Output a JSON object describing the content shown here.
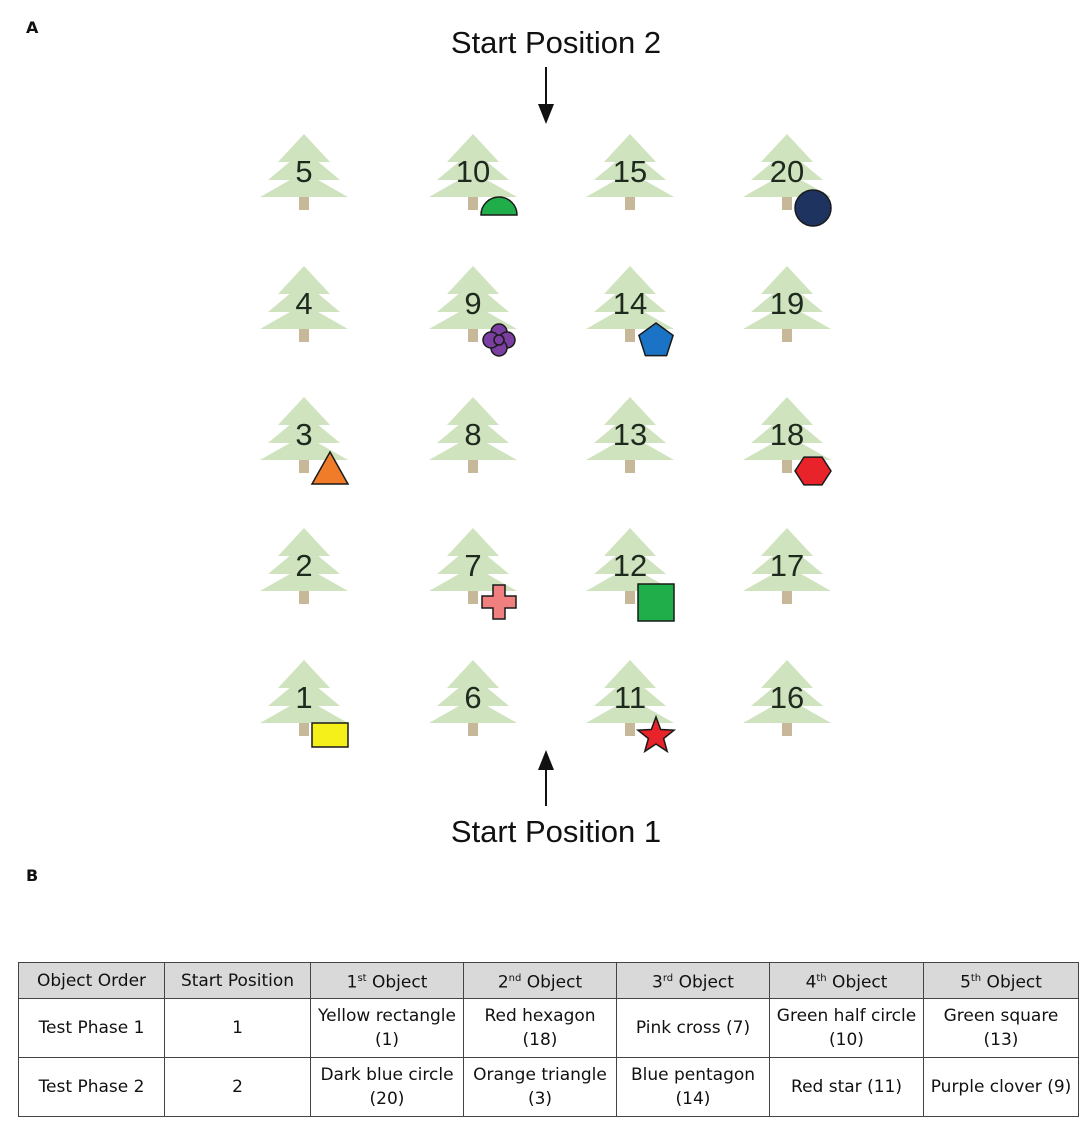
{
  "panels": {
    "a": "A",
    "b": "B"
  },
  "start_positions": {
    "top": "Start Position 2",
    "bottom": "Start Position 1"
  },
  "trees": [
    {
      "num": "1",
      "col": 0,
      "row": 4
    },
    {
      "num": "2",
      "col": 0,
      "row": 3
    },
    {
      "num": "3",
      "col": 0,
      "row": 2
    },
    {
      "num": "4",
      "col": 0,
      "row": 1
    },
    {
      "num": "5",
      "col": 0,
      "row": 0
    },
    {
      "num": "6",
      "col": 1,
      "row": 4
    },
    {
      "num": "7",
      "col": 1,
      "row": 3
    },
    {
      "num": "8",
      "col": 1,
      "row": 2
    },
    {
      "num": "9",
      "col": 1,
      "row": 1
    },
    {
      "num": "10",
      "col": 1,
      "row": 0
    },
    {
      "num": "11",
      "col": 2,
      "row": 4
    },
    {
      "num": "12",
      "col": 2,
      "row": 3
    },
    {
      "num": "13",
      "col": 2,
      "row": 2
    },
    {
      "num": "14",
      "col": 2,
      "row": 1
    },
    {
      "num": "15",
      "col": 2,
      "row": 0
    },
    {
      "num": "16",
      "col": 3,
      "row": 4
    },
    {
      "num": "17",
      "col": 3,
      "row": 3
    },
    {
      "num": "18",
      "col": 3,
      "row": 2
    },
    {
      "num": "19",
      "col": 3,
      "row": 1
    },
    {
      "num": "20",
      "col": 3,
      "row": 0
    }
  ],
  "objects": [
    {
      "tree": "1",
      "shape": "rectangle",
      "color": "#f5ef1a"
    },
    {
      "tree": "3",
      "shape": "triangle",
      "color": "#f07c2a"
    },
    {
      "tree": "7",
      "shape": "cross",
      "color": "#f08080"
    },
    {
      "tree": "9",
      "shape": "clover",
      "color": "#7a3fa0"
    },
    {
      "tree": "10",
      "shape": "half-circle",
      "color": "#1fae4a"
    },
    {
      "tree": "11",
      "shape": "star",
      "color": "#e8232a"
    },
    {
      "tree": "12",
      "shape": "square",
      "color": "#1fae4a"
    },
    {
      "tree": "14",
      "shape": "pentagon",
      "color": "#1a73c4"
    },
    {
      "tree": "18",
      "shape": "hexagon",
      "color": "#e8232a"
    },
    {
      "tree": "20",
      "shape": "circle",
      "color": "#1e3360"
    }
  ],
  "colors": {
    "tree_foliage": "#cfe3be",
    "tree_trunk": "#c8b89a"
  },
  "table": {
    "headers": [
      {
        "pre": "Object Order",
        "sup": "",
        "post": ""
      },
      {
        "pre": "Start Position",
        "sup": "",
        "post": ""
      },
      {
        "pre": "1",
        "sup": "st",
        "post": " Object"
      },
      {
        "pre": "2",
        "sup": "nd",
        "post": " Object"
      },
      {
        "pre": "3",
        "sup": "rd",
        "post": " Object"
      },
      {
        "pre": "4",
        "sup": "th",
        "post": " Object"
      },
      {
        "pre": "5",
        "sup": "th",
        "post": " Object"
      }
    ],
    "rows": [
      [
        "Test Phase 1",
        "1",
        "Yellow rectangle (1)",
        "Red hexagon (18)",
        "Pink cross (7)",
        "Green half circle (10)",
        "Green square (13)"
      ],
      [
        "Test Phase 2",
        "2",
        "Dark blue circle (20)",
        "Orange triangle (3)",
        "Blue pentagon (14)",
        "Red star (11)",
        "Purple clover (9)"
      ]
    ]
  }
}
